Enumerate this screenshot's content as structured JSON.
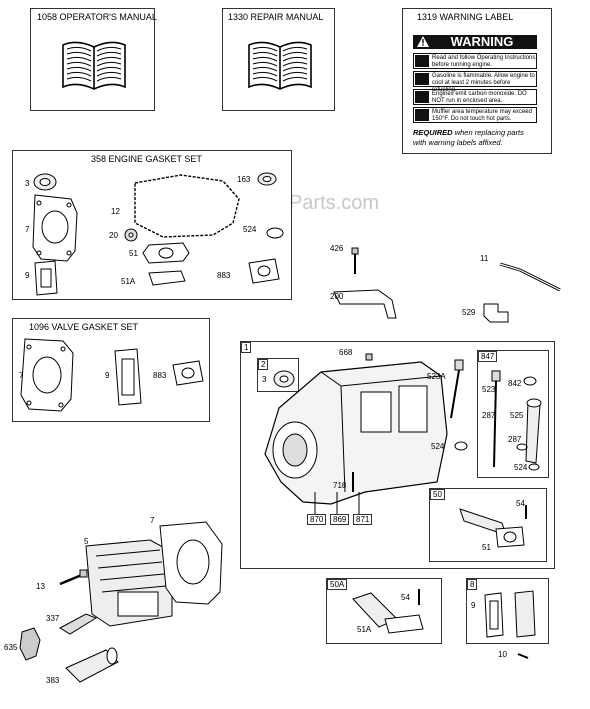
{
  "watermark": "eReplacementParts.com",
  "manuals": [
    {
      "title": "1058 OPERATOR'S MANUAL"
    },
    {
      "title": "1330 REPAIR MANUAL"
    }
  ],
  "warning_label": {
    "title": "1319 WARNING LABEL",
    "header": "WARNING",
    "rows": [
      "Read and follow Operating Instructions before running engine.",
      "Gasoline is flammable. Allow engine to cool at least 2 minutes before refueling.",
      "Engines emit carbon monoxide. DO NOT run in enclosed area.",
      "Muffler area temperature may exceed 150°F. Do not touch hot parts."
    ],
    "note_bold": "REQUIRED",
    "note_rest": "when replacing parts",
    "note_line2": "with warning labels affixed."
  },
  "engine_gasket_set": {
    "title": "358 ENGINE GASKET SET",
    "labels": [
      "3",
      "163",
      "12",
      "7",
      "20",
      "524",
      "51",
      "9",
      "51A",
      "883"
    ]
  },
  "valve_gasket_set": {
    "title": "1096 VALVE GASKET SET",
    "labels": [
      "7",
      "9",
      "883"
    ]
  },
  "loose_labels": [
    "426",
    "11",
    "200",
    "529",
    "5",
    "7",
    "13",
    "337",
    "635",
    "383",
    "10"
  ],
  "main_box": {
    "number": "1",
    "sub_number": "2",
    "labels": [
      "3",
      "668",
      "523A",
      "524",
      "718"
    ],
    "tags": [
      "870",
      "869",
      "871"
    ]
  },
  "box_847": {
    "number": "847",
    "labels": [
      "523",
      "842",
      "287",
      "525",
      "287",
      "524"
    ]
  },
  "box_50": {
    "number": "50",
    "labels": [
      "54",
      "51"
    ]
  },
  "box_50a": {
    "number": "50A",
    "labels": [
      "54",
      "51A"
    ]
  },
  "box_8": {
    "number": "8",
    "labels": [
      "9"
    ]
  }
}
